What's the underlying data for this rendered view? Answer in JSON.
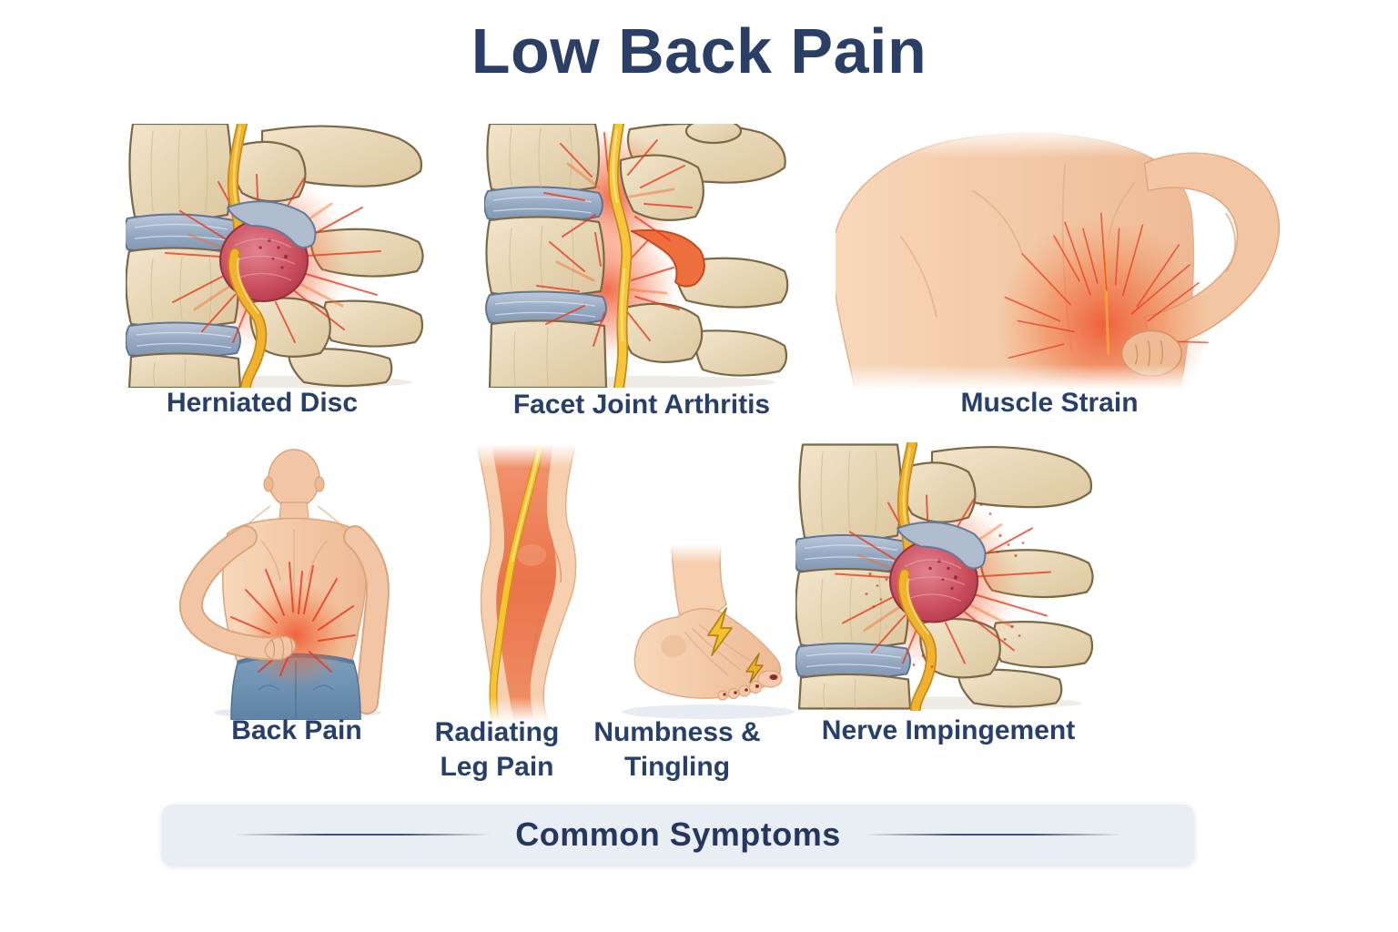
{
  "title": "Low Back Pain",
  "conditions": [
    {
      "label": "Herniated Disc"
    },
    {
      "label": "Facet Joint Arthritis"
    },
    {
      "label": "Muscle Strain"
    }
  ],
  "symptoms": [
    {
      "label": "Back Pain",
      "line1": "Back Pain",
      "line2": ""
    },
    {
      "label": "Radiating Leg Pain",
      "line1": "Radiating",
      "line2": "Leg Pain"
    },
    {
      "label": "Numbness & Tingling",
      "line1": "Numbness &",
      "line2": "Tingling"
    },
    {
      "label": "Nerve Impingement",
      "line1": "Nerve Impingement",
      "line2": ""
    }
  ],
  "banner": {
    "label": "Common Symptoms"
  },
  "colors": {
    "title_navy": "#2b3e66",
    "label_navy": "#27406b",
    "banner_background": "#e9edf4",
    "banner_line": "#3e5170",
    "bone_beige": "#ead9ba",
    "bone_outline": "#7c6847",
    "disc_blue": "#a3b5cb",
    "disc_outline": "#5e7596",
    "nerve_yellow": "#efb32e",
    "inflammation_red": "#e63c1e",
    "herniation_red": "#cb4f5e",
    "skin_tone": "#f4cbaa",
    "pants_blue": "#7095b6",
    "lightning_yellow": "#f2c32f"
  }
}
